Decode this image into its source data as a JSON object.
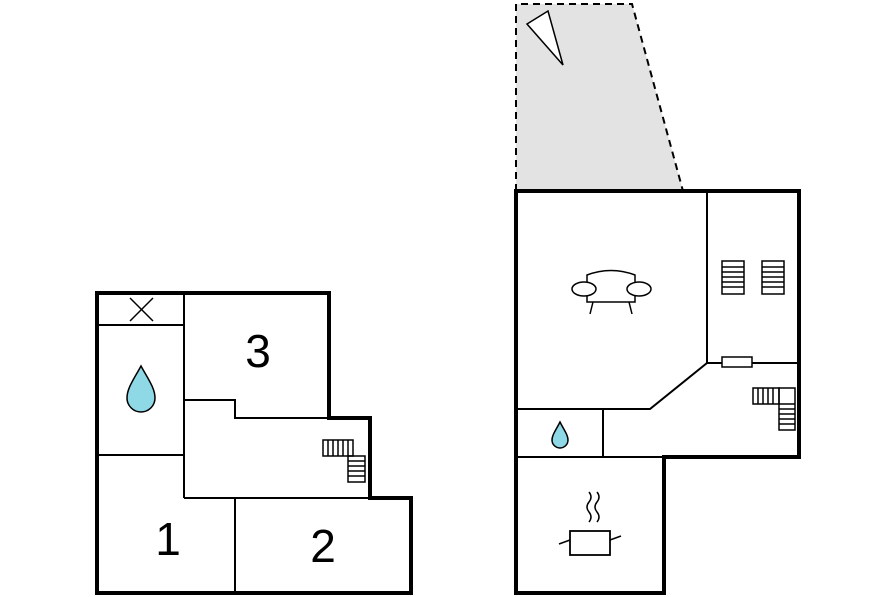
{
  "plan": {
    "ground_floor": {
      "rooms": [
        {
          "label": "1"
        },
        {
          "label": "2"
        },
        {
          "label": "3"
        }
      ]
    },
    "upper_floor": {}
  },
  "colors": {
    "wall": "#000000",
    "water_drop": "#8fd8e6",
    "terrace": "#e3e3e3"
  },
  "icons": [
    "cross-icon",
    "water-drop-icon",
    "stairs-icon",
    "sofa-icon",
    "beds-icon",
    "cooking-pot-icon",
    "north-arrow-icon"
  ]
}
